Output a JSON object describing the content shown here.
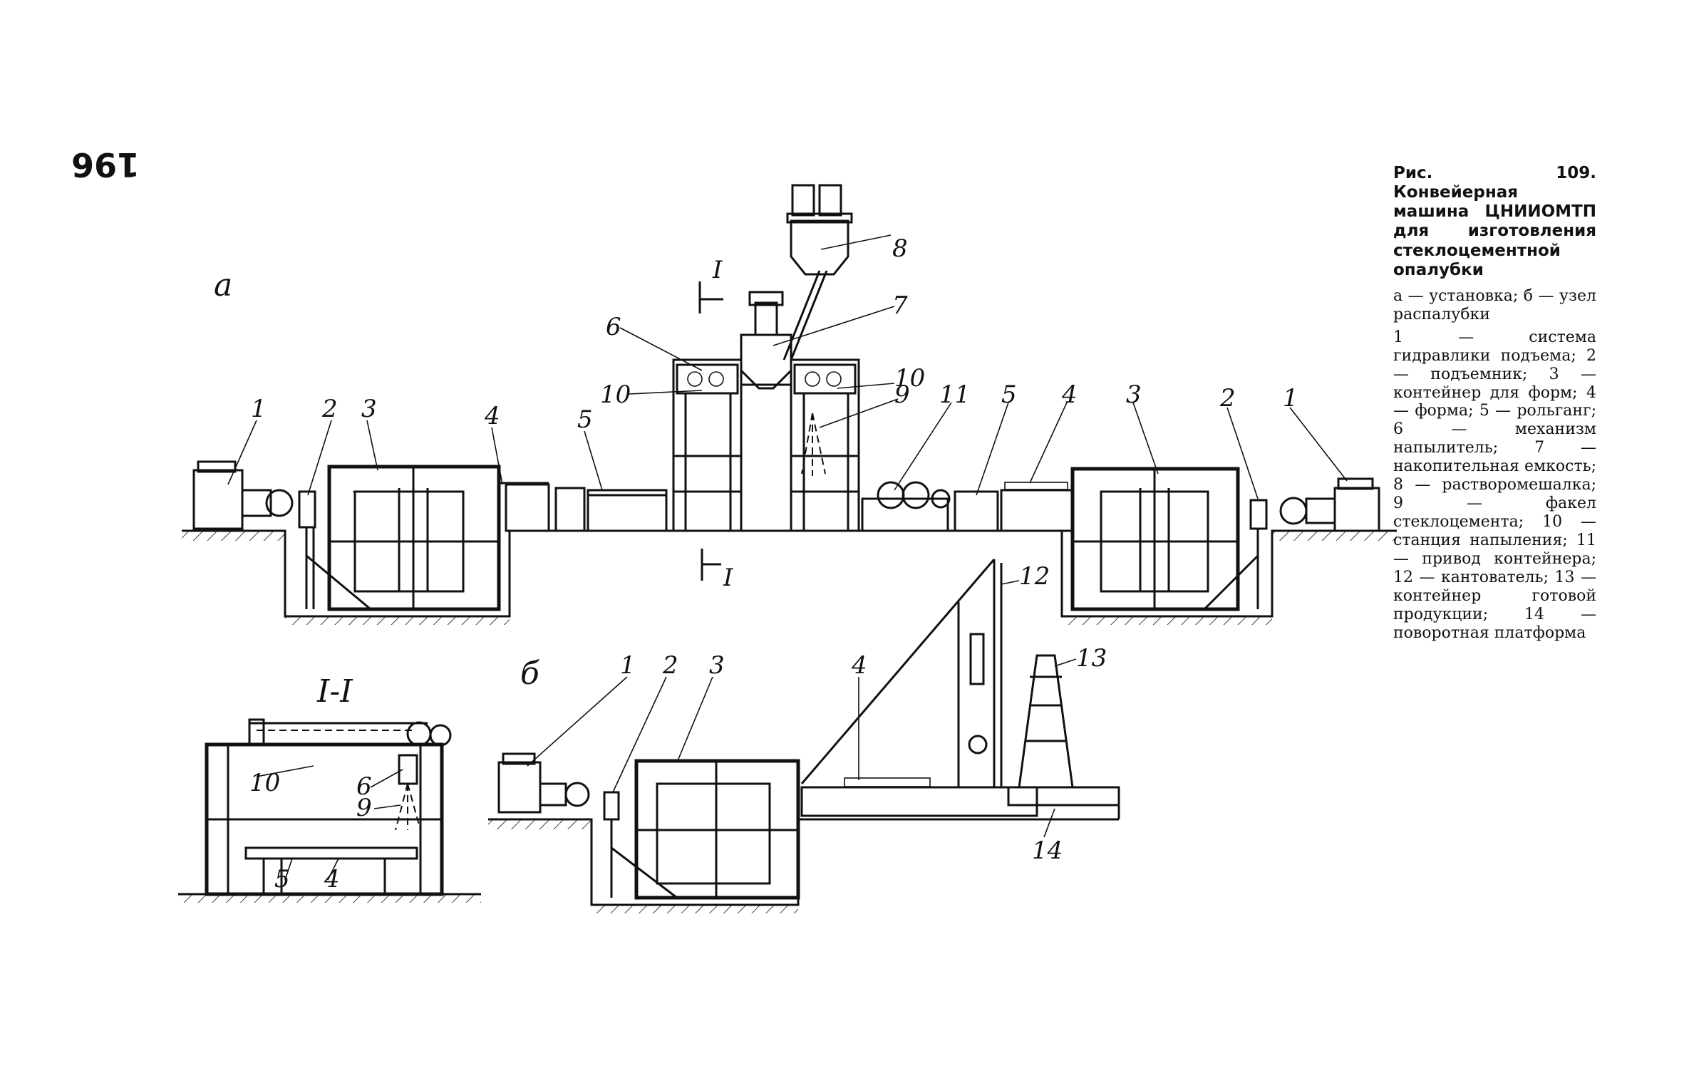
{
  "page_number": "196",
  "view_labels": {
    "a": "а",
    "b": "б",
    "section_title": "I-I",
    "section_mark_top": "I",
    "section_mark_bottom": "I"
  },
  "callouts_a": [
    "1",
    "2",
    "3",
    "4",
    "5",
    "6",
    "10",
    "7",
    "8",
    "10",
    "9",
    "11",
    "5",
    "4",
    "3",
    "2",
    "1"
  ],
  "callouts_b": [
    "1",
    "2",
    "3",
    "4",
    "12",
    "13",
    "14"
  ],
  "callouts_section": [
    "10",
    "6",
    "9",
    "5",
    "4"
  ],
  "caption": {
    "title": "Рис. 109. Конвейерная машина ЦНИИОМТП для изготовления стеклоцементной опалубки",
    "subtitle": "а — установка; б — узел распалубки",
    "legend": "1 — система гидравлики подъема; 2 — подъемник; 3 — контейнер для форм; 4 — форма; 5 — рольганг; 6 — механизм напылитель; 7 — накопительная емкость; 8 — растворомешалка; 9 — факел стеклоцемента; 10 — станция напыления; 11 — привод контейнера; 12 — кантователь; 13 — контейнер готовой продукции; 14 — поворотная платформа"
  }
}
